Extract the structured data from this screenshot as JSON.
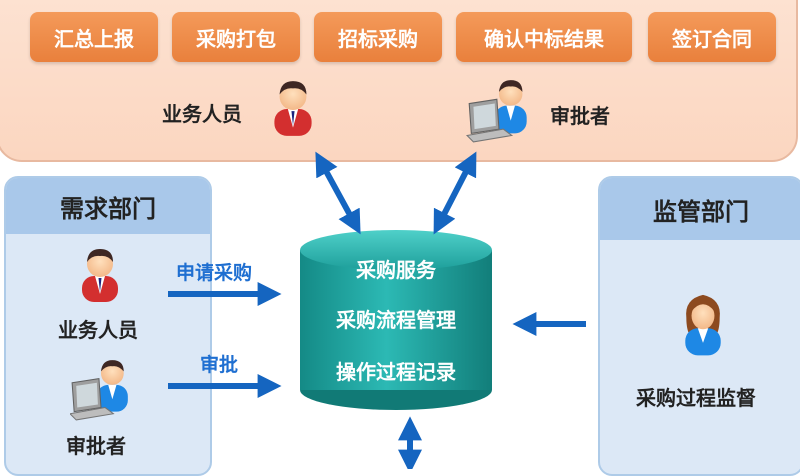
{
  "top": {
    "steps": [
      "汇总上报",
      "采购打包",
      "招标采购",
      "确认中标结果",
      "签订合同"
    ],
    "staff_label": "业务人员",
    "approver_label": "审批者"
  },
  "left_panel": {
    "title": "需求部门",
    "staff_label": "业务人员",
    "approver_label": "审批者",
    "flow_request": "申请采购",
    "flow_approve": "审批"
  },
  "center": {
    "items": [
      "采购服务",
      "采购流程管理",
      "操作过程记录"
    ]
  },
  "right_panel": {
    "title": "监管部门",
    "supervisor_label": "采购过程监督"
  },
  "colors": {
    "orange_button": "#e9803c",
    "blue_arrow": "#1565c0",
    "teal_cylinder": "#1fa3a0"
  },
  "icons": [
    "person-icon",
    "approver-laptop-icon",
    "supervisor-woman-icon"
  ]
}
